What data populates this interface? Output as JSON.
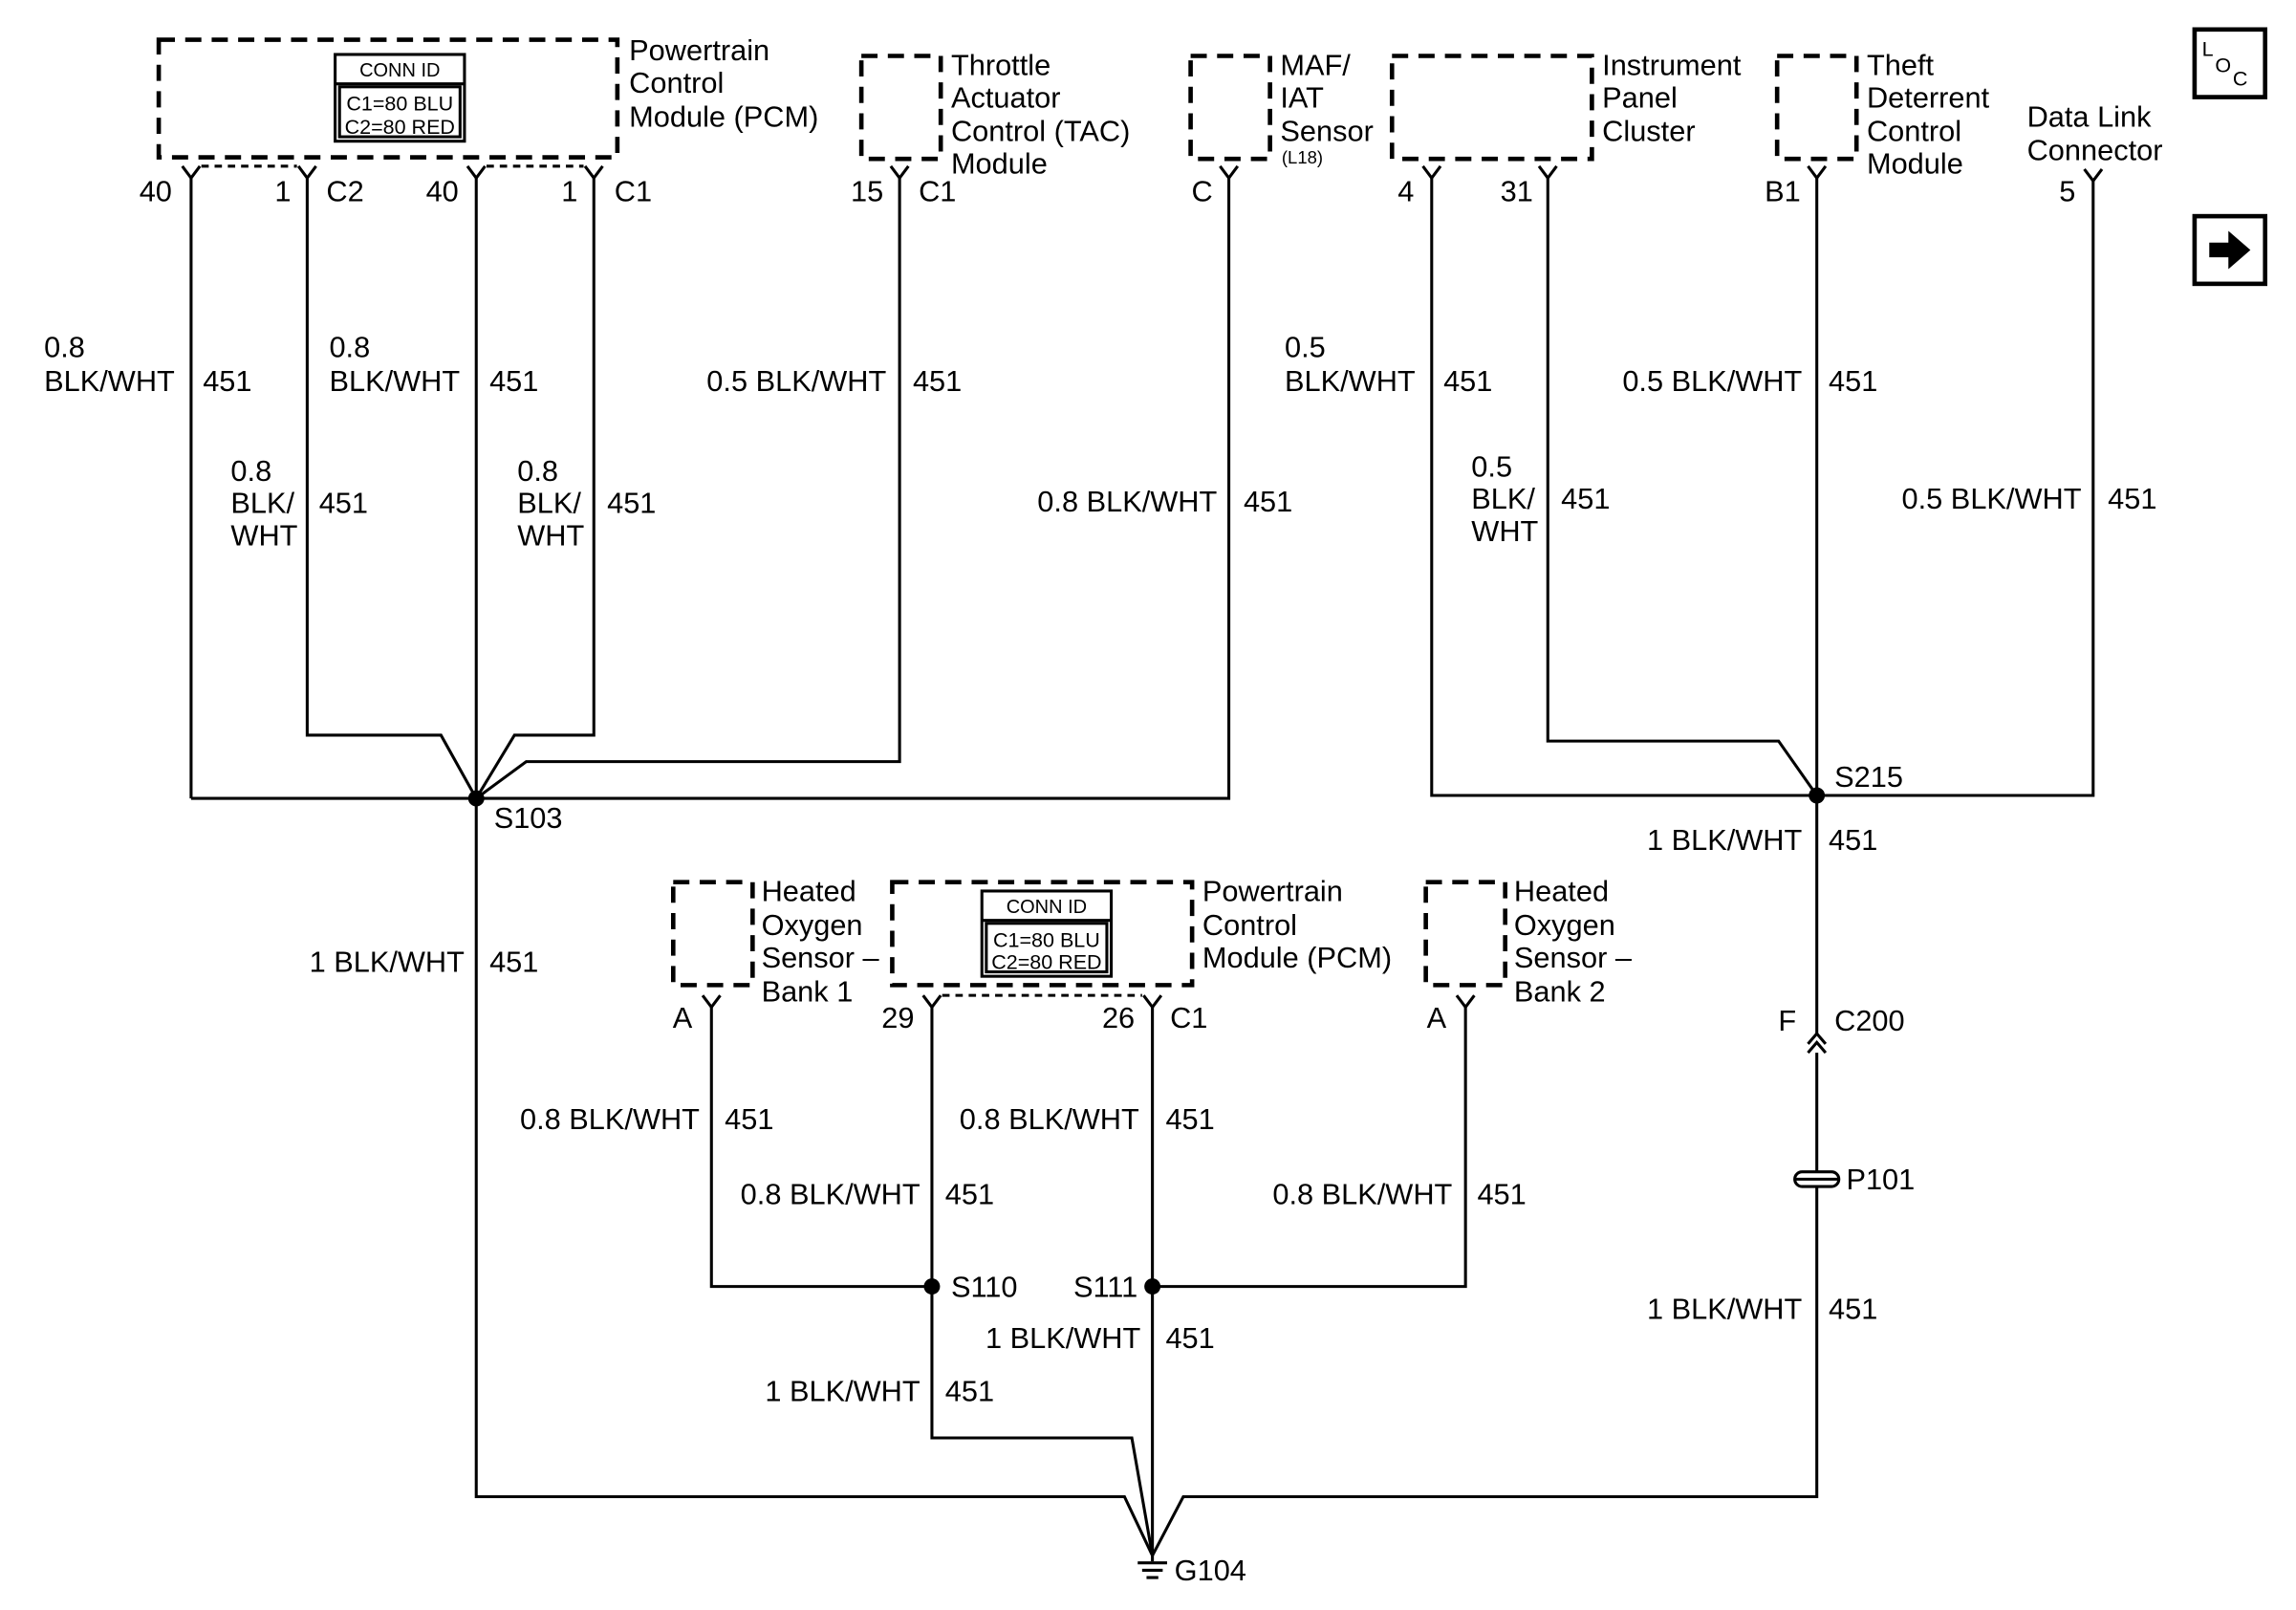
{
  "modules": {
    "pcm_upper": {
      "label": [
        "Powertrain",
        "Control",
        "Module (PCM)"
      ],
      "conn_id": {
        "header": "CONN ID",
        "c1": "C1=80 BLU",
        "c2": "C2=80 RED"
      }
    },
    "tac": {
      "label": [
        "Throttle",
        "Actuator",
        "Control (TAC)",
        "Module"
      ]
    },
    "maf_iat": {
      "label": [
        "MAF/",
        "IAT",
        "Sensor"
      ],
      "option": "(L18)"
    },
    "ipc": {
      "label": [
        "Instrument",
        "Panel",
        "Cluster"
      ]
    },
    "tdcm": {
      "label": [
        "Theft",
        "Deterrent",
        "Control",
        "Module"
      ]
    },
    "dlc": {
      "label": [
        "Data Link",
        "Connector"
      ]
    },
    "ho2s_bank1": {
      "label": [
        "Heated",
        "Oxygen",
        "Sensor –",
        "Bank 1"
      ]
    },
    "pcm_lower": {
      "label": [
        "Powertrain",
        "Control",
        "Module (PCM)"
      ],
      "conn_id": {
        "header": "CONN ID",
        "c1": "C1=80 BLU",
        "c2": "C2=80 RED"
      }
    },
    "ho2s_bank2": {
      "label": [
        "Heated",
        "Oxygen",
        "Sensor –",
        "Bank 2"
      ]
    }
  },
  "pins": {
    "pcm_upper_c2": {
      "connector": "C2",
      "pin_a": "40",
      "pin_b": "1"
    },
    "pcm_upper_c1": {
      "connector": "C1",
      "pin_a": "40",
      "pin_b": "1"
    },
    "tac": {
      "connector": "C1",
      "pin": "15"
    },
    "maf_iat": {
      "pin": "C"
    },
    "ipc": {
      "pin_a": "4",
      "pin_b": "31"
    },
    "tdcm": {
      "pin": "B1"
    },
    "dlc": {
      "pin": "5"
    },
    "ho2s_bank1": {
      "pin": "A"
    },
    "pcm_lower_c1": {
      "connector": "C1",
      "pin_a": "29",
      "pin_b": "26"
    },
    "ho2s_bank2": {
      "pin": "A"
    }
  },
  "wires": [
    {
      "label_lines": [
        "0.8",
        "BLK/WHT"
      ],
      "circuit": "451"
    },
    {
      "label_lines": [
        "0.8",
        "BLK/",
        "WHT"
      ],
      "circuit": "451"
    },
    {
      "label_lines": [
        "0.8",
        "BLK/WHT"
      ],
      "circuit": "451"
    },
    {
      "label_lines": [
        "0.8",
        "BLK/",
        "WHT"
      ],
      "circuit": "451"
    },
    {
      "label_lines": [
        "0.5 BLK/WHT"
      ],
      "circuit": "451"
    },
    {
      "label_lines": [
        "0.8 BLK/WHT"
      ],
      "circuit": "451"
    },
    {
      "label_lines": [
        "1 BLK/WHT"
      ],
      "circuit": "451"
    },
    {
      "label_lines": [
        "0.5",
        "BLK/WHT"
      ],
      "circuit": "451"
    },
    {
      "label_lines": [
        "0.5",
        "BLK/",
        "WHT"
      ],
      "circuit": "451"
    },
    {
      "label_lines": [
        "0.5 BLK/WHT"
      ],
      "circuit": "451"
    },
    {
      "label_lines": [
        "0.5 BLK/WHT"
      ],
      "circuit": "451"
    },
    {
      "label_lines": [
        "1 BLK/WHT"
      ],
      "circuit": "451"
    },
    {
      "label_lines": [
        "1 BLK/WHT"
      ],
      "circuit": "451"
    },
    {
      "label_lines": [
        "0.8 BLK/WHT"
      ],
      "circuit": "451"
    },
    {
      "label_lines": [
        "0.8 BLK/WHT"
      ],
      "circuit": "451"
    },
    {
      "label_lines": [
        "0.8 BLK/WHT"
      ],
      "circuit": "451"
    },
    {
      "label_lines": [
        "0.8 BLK/WHT"
      ],
      "circuit": "451"
    },
    {
      "label_lines": [
        "1 BLK/WHT"
      ],
      "circuit": "451"
    },
    {
      "label_lines": [
        "1 BLK/WHT"
      ],
      "circuit": "451"
    }
  ],
  "splices": {
    "s103": "S103",
    "s215": "S215",
    "s110": "S110",
    "s111": "S111"
  },
  "inline_connectors": {
    "c200": {
      "name": "C200",
      "pin": "F"
    },
    "p101": {
      "name": "P101"
    }
  },
  "ground": {
    "g104": "G104"
  },
  "nav_icons": {
    "location": {
      "icon": "loc-icon",
      "letters": [
        "L",
        "O",
        "C"
      ]
    },
    "next": {
      "icon": "right-arrow-icon"
    }
  },
  "colors": {
    "ink": "#000000",
    "paper": "#ffffff"
  }
}
